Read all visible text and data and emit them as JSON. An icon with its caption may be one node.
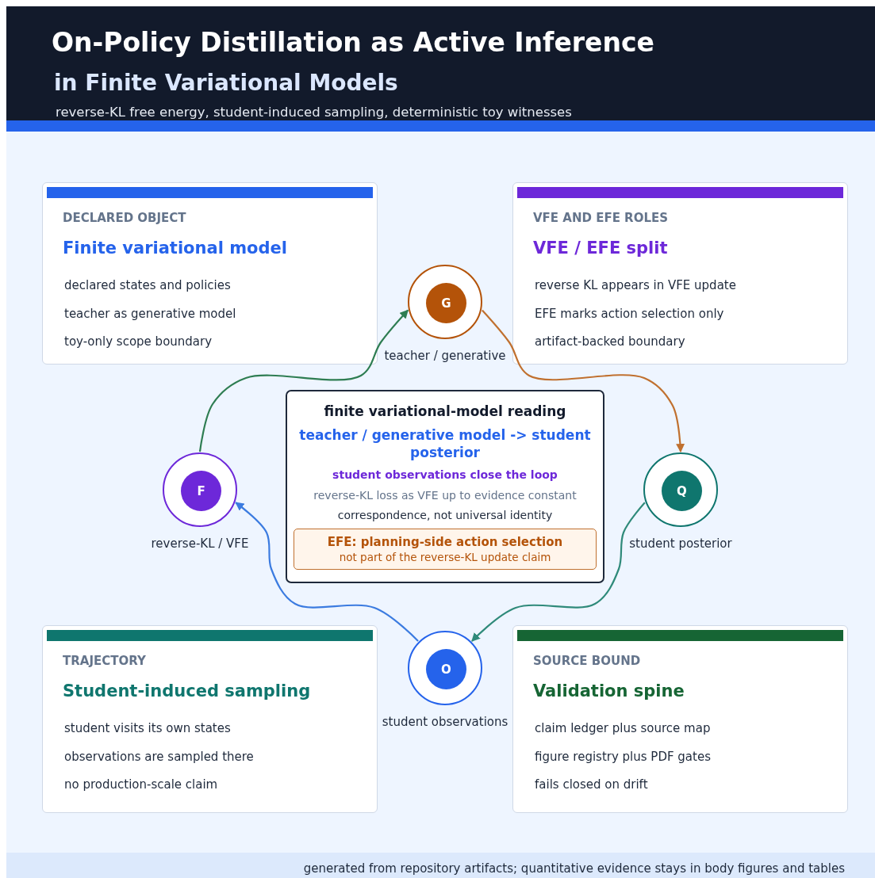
{
  "diagram": {
    "title": "On-Policy Distillation as Active Inference",
    "nodes": [
      {
        "text": [
          "DECLARED OBJECT",
          "Finite variational model",
          "declared states and policies",
          "teacher as generative model",
          "toy-only scope boundary"
        ]
      },
      {
        "text": [
          "VFE AND EFE ROLES",
          "VFE / EFE split",
          "reverse KL appears in VFE update",
          "EFE marks action selection only",
          "artifact-backed boundary"
        ]
      },
      {
        "text": [
          "G"
        ],
        "beside": [
          "teacher / generative"
        ]
      },
      {
        "text": [
          "finite variational-model reading",
          "teacher / generative model -> student posterior",
          "student observations close the loop",
          "reverse-KL loss as VFE up to evidence constant",
          "correspondence, not universal identity"
        ]
      },
      {
        "text": [
          "EFE: planning-side action selection",
          "not part of the reverse-KL update claim"
        ],
        "in": 3
      },
      {
        "text": [
          "F"
        ],
        "beside": [
          "reverse-KL / VFE"
        ]
      },
      {
        "text": [
          "Q"
        ],
        "beside": [
          "student posterior"
        ]
      },
      {
        "text": [
          "TRAJECTORY",
          "Student-induced sampling",
          "student visits its own states",
          "observations are sampled there",
          "no production-scale claim"
        ]
      },
      {
        "text": [
          "O"
        ],
        "beside": [
          "student observations"
        ]
      },
      {
        "text": [
          "SOURCE BOUND",
          "Validation spine",
          "claim ledger plus source map",
          "figure registry plus PDF gates",
          "fails closed on drift"
        ]
      }
    ],
    "edges": [
      {
        "from": 5,
        "to": 2,
        "arrow": "to",
        "color": "#2e7d52"
      },
      {
        "from": 2,
        "to": 6,
        "arrow": "to",
        "color": "#c0702f"
      },
      {
        "from": 6,
        "to": 8,
        "arrow": "to",
        "color": "#2f8a7a"
      },
      {
        "from": 8,
        "to": 5,
        "arrow": "to",
        "color": "#3b7be0"
      }
    ],
    "labels": [
      "in Finite Variational Models",
      "reverse-KL free energy, student-induced sampling, deterministic toy witnesses",
      "generated from repository artifacts; quantitative evidence stays in body figures and tables"
    ]
  }
}
